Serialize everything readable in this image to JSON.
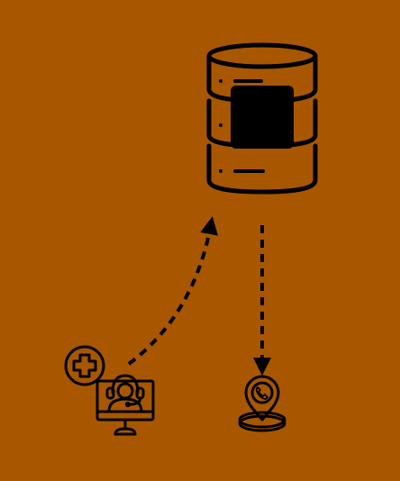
{
  "colors": {
    "background": "#A85700",
    "ink": "#000000"
  },
  "nodes": [
    {
      "id": "database",
      "icon": "database-server-icon"
    },
    {
      "id": "support-agent",
      "icon": "support-agent-monitor-icon"
    },
    {
      "id": "add-badge",
      "icon": "plus-circle-icon"
    },
    {
      "id": "location",
      "icon": "location-pin-phone-icon"
    }
  ],
  "edges": [
    {
      "from": "support-agent",
      "to": "database",
      "style": "dashed",
      "shape": "curved"
    },
    {
      "from": "database",
      "to": "location",
      "style": "dashed",
      "shape": "straight"
    }
  ]
}
